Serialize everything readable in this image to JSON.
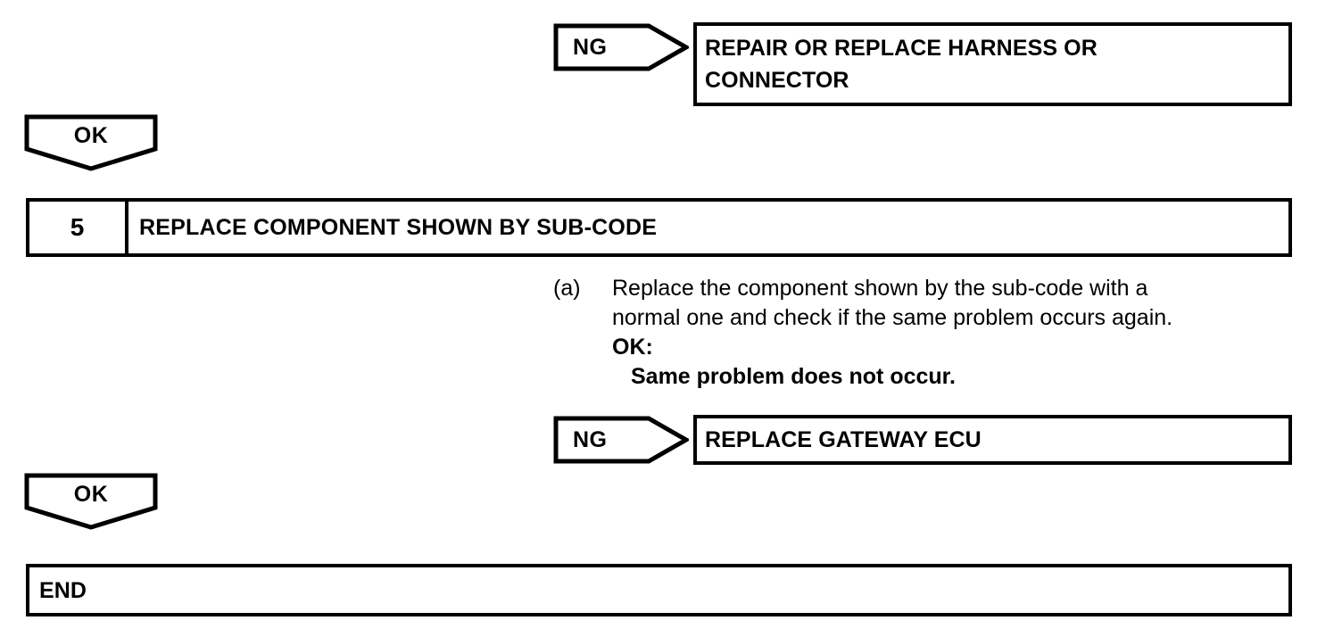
{
  "flow": {
    "branch_ng_label": "NG",
    "branch_ok_label": "OK",
    "ng_result_1": "REPAIR OR REPLACE HARNESS OR\nCONNECTOR",
    "ng_result_2": "REPLACE GATEWAY ECU",
    "end_label": "END"
  },
  "step": {
    "number": "5",
    "title": "REPLACE COMPONENT SHOWN BY SUB-CODE"
  },
  "procedure": {
    "marker": "(a)",
    "text": "Replace the component shown by the sub-code with a\nnormal one and check if the same problem occurs again.",
    "ok_label": "OK:",
    "ok_detail": "Same problem does not occur."
  },
  "colors": {
    "ink": "#000000",
    "paper": "#ffffff"
  }
}
